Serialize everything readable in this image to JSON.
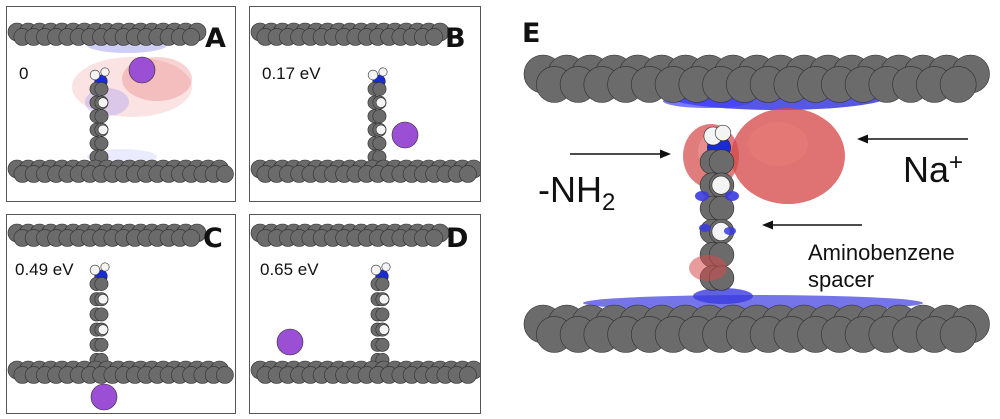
{
  "panels": [
    {
      "letter": "A",
      "energy": "0"
    },
    {
      "letter": "B",
      "energy": "0.17 eV"
    },
    {
      "letter": "C",
      "energy": "0.49 eV"
    },
    {
      "letter": "D",
      "energy": "0.65 eV"
    }
  ],
  "panel_e": {
    "letter": "E",
    "nh2_prefix": "-NH",
    "nh2_sub": "2",
    "na_base": "Na",
    "na_sup": "+",
    "spacer_line1": "Aminobenzene",
    "spacer_line2": "spacer"
  },
  "colors": {
    "carbon": "#6b6b6b",
    "nitrogen": "#1a2bd6",
    "hydrogen": "#f4f4f4",
    "sodium": "#9b4fd4",
    "density_gain": "#d64a4a",
    "density_loss": "#3a3ae0"
  }
}
